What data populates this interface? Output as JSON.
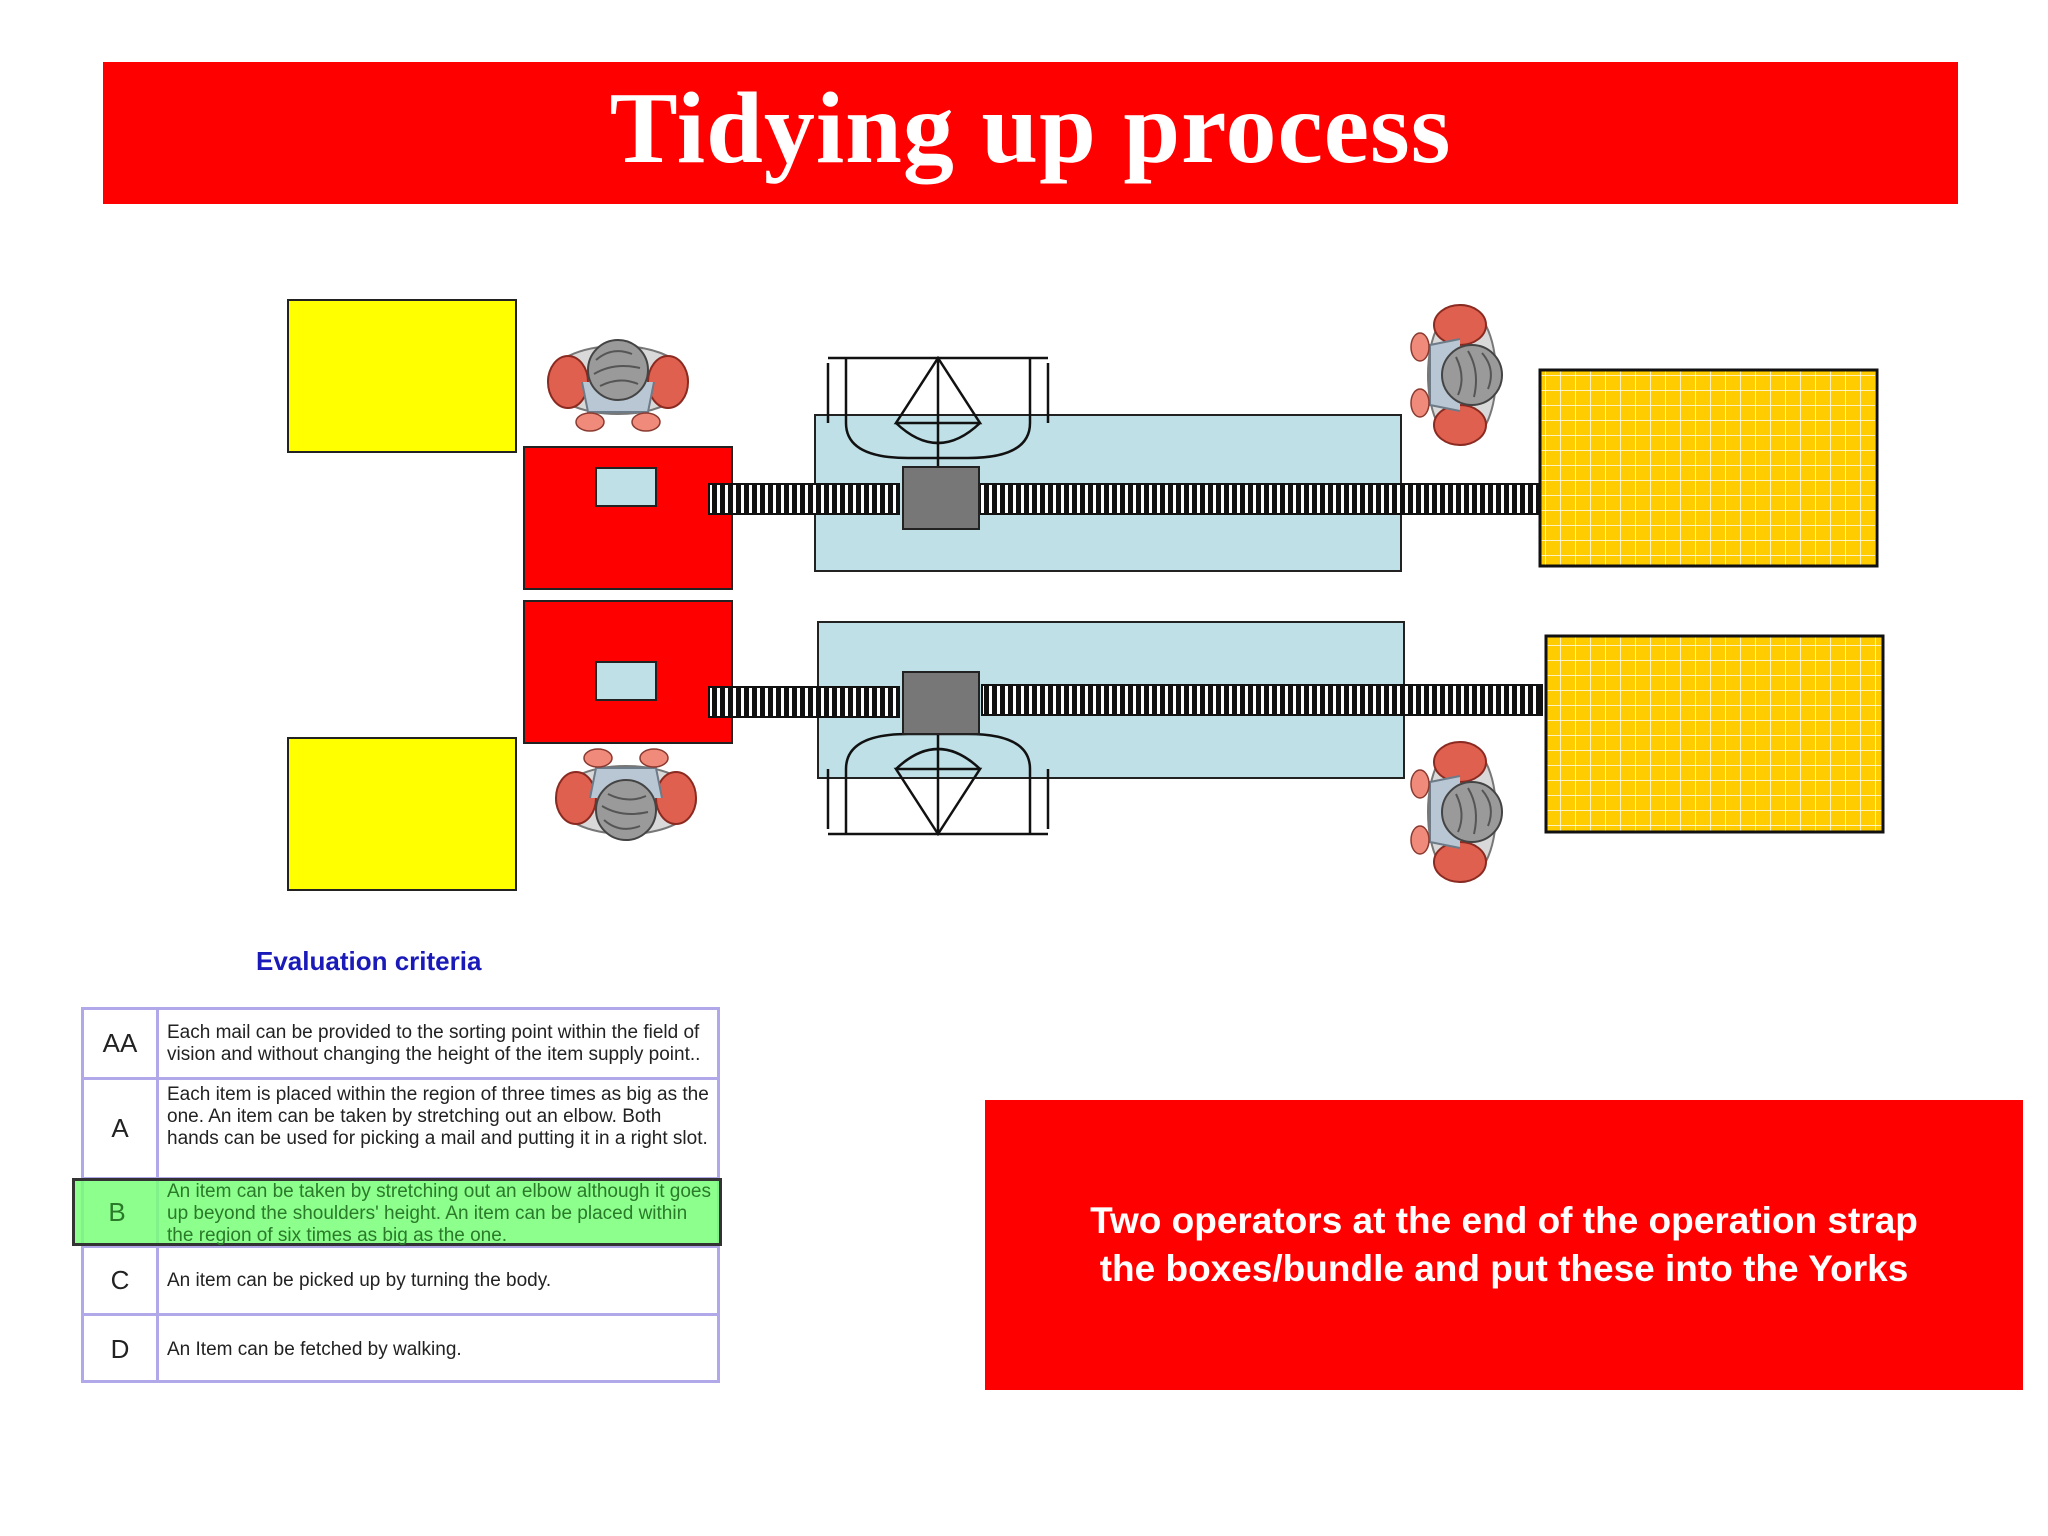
{
  "title": "Tidying up process",
  "evaluation": {
    "heading": "Evaluation criteria",
    "rows": [
      {
        "grade": "AA",
        "description": "Each mail can be provided to the sorting point within the field of vision and without changing the height of the item supply point.."
      },
      {
        "grade": "A",
        "description": "Each item is placed within the region of three times as big as the one.  An item can be taken by stretching out an elbow.  Both hands can be used for picking a mail and putting it in a right slot."
      },
      {
        "grade": "B",
        "description": "An item can be taken by stretching out an elbow although it goes up beyond the shoulders' height.  An item can be placed within the region of six times as big as the one."
      },
      {
        "grade": "C",
        "description": "An item can be picked up by turning the body."
      },
      {
        "grade": "D",
        "description": "An Item can be fetched by walking."
      }
    ],
    "highlighted_grade": "B"
  },
  "note": "Two operators at the end of the operation strap the boxes/bundle and put these into the Yorks",
  "colors": {
    "banner": "#ff0000",
    "yellow_box": "#ffff00",
    "red_station": "#ff0000",
    "conveyor_table": "#bfe0e6",
    "grid_pallet": "#ffcc00",
    "highlight": "#7cff7c",
    "eval_heading": "#1a1ab8"
  },
  "icons": [
    "operator-top-view-icon",
    "strapping-machine-icon",
    "conveyor-belt-icon"
  ]
}
